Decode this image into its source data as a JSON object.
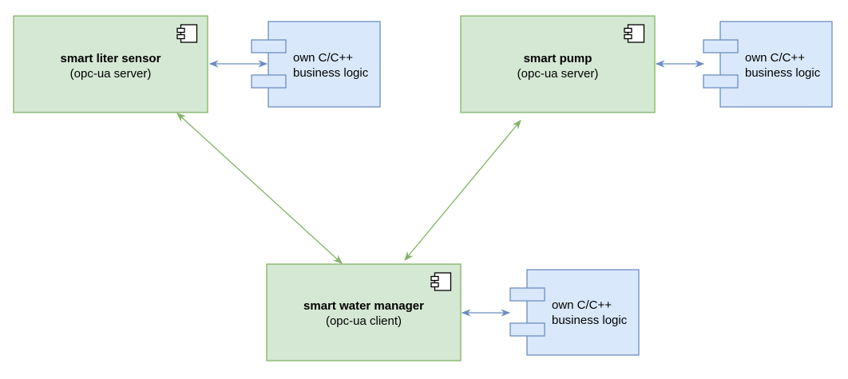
{
  "colors": {
    "component_fill": "#d5e8d4",
    "component_stroke": "#82b366",
    "logic_fill": "#dae8fc",
    "logic_stroke": "#6c8ebf",
    "link_green": "#82b366",
    "link_blue": "#6c8ebf"
  },
  "components": [
    {
      "id": "sensor",
      "title": "smart liter sensor",
      "subtitle": "(opc-ua server)",
      "icon": "uml-component-icon"
    },
    {
      "id": "pump",
      "title": "smart pump",
      "subtitle": "(opc-ua server)",
      "icon": "uml-component-icon"
    },
    {
      "id": "manager",
      "title": "smart water manager",
      "subtitle": "(opc-ua client)",
      "icon": "uml-component-icon"
    }
  ],
  "logic_blocks": [
    {
      "id": "sensor_logic",
      "line1": "own C/C++",
      "line2": "business logic"
    },
    {
      "id": "pump_logic",
      "line1": "own C/C++",
      "line2": "business logic"
    },
    {
      "id": "manager_logic",
      "line1": "own C/C++",
      "line2": "business logic"
    }
  ],
  "connections": [
    {
      "from": "sensor",
      "to": "sensor_logic",
      "style": "bidirectional"
    },
    {
      "from": "pump",
      "to": "pump_logic",
      "style": "bidirectional"
    },
    {
      "from": "manager",
      "to": "manager_logic",
      "style": "bidirectional"
    },
    {
      "from": "sensor",
      "to": "manager",
      "style": "bidirectional"
    },
    {
      "from": "pump",
      "to": "manager",
      "style": "bidirectional"
    }
  ]
}
